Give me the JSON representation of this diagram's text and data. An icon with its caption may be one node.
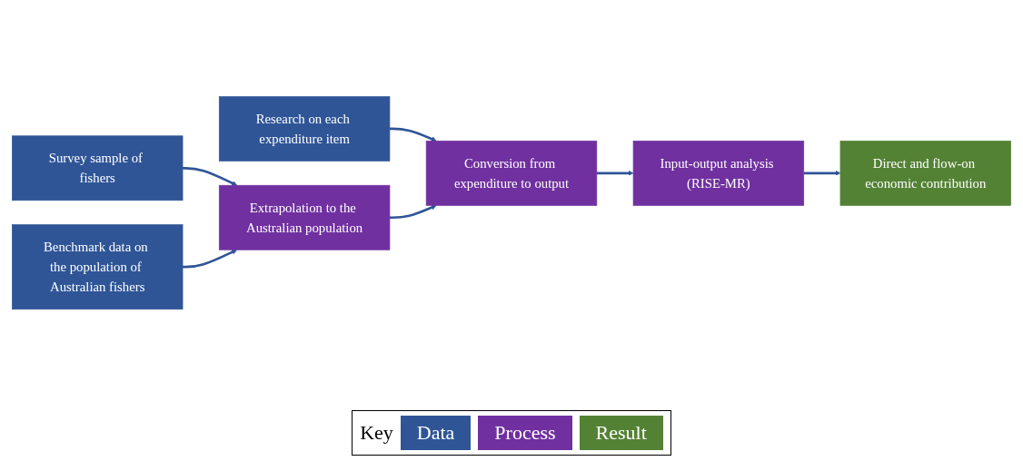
{
  "diagram": {
    "nodes": [
      {
        "text": [
          "Survey sample of fishers"
        ]
      },
      {
        "text": [
          "Research on each expenditure item"
        ]
      },
      {
        "text": [
          "Extrapolation to the Australian population"
        ]
      },
      {
        "text": [
          "Conversion from expenditure to output"
        ]
      },
      {
        "text": [
          "Input-output analysis (RISE-MR)"
        ]
      },
      {
        "text": [
          "Benchmark data on the population of Australian fishers"
        ]
      },
      {
        "text": [
          "Direct and flow-on economic contribution"
        ]
      }
    ],
    "edges": [
      {
        "from": 0,
        "to": 2,
        "arrow": "to"
      },
      {
        "from": 1,
        "to": 3,
        "arrow": "to"
      },
      {
        "from": 2,
        "to": 3,
        "arrow": "to"
      },
      {
        "from": 3,
        "to": 4,
        "arrow": "to"
      },
      {
        "from": 5,
        "to": 2,
        "arrow": "to"
      },
      {
        "from": 4,
        "to": 6,
        "arrow": "to"
      }
    ],
    "labels": [
      "Key"
    ],
    "legend": [
      {
        "text": "Data",
        "color": "#2f5597"
      },
      {
        "text": "Process",
        "color": "#7030a0"
      },
      {
        "text": "Result",
        "color": "#548235"
      }
    ]
  }
}
